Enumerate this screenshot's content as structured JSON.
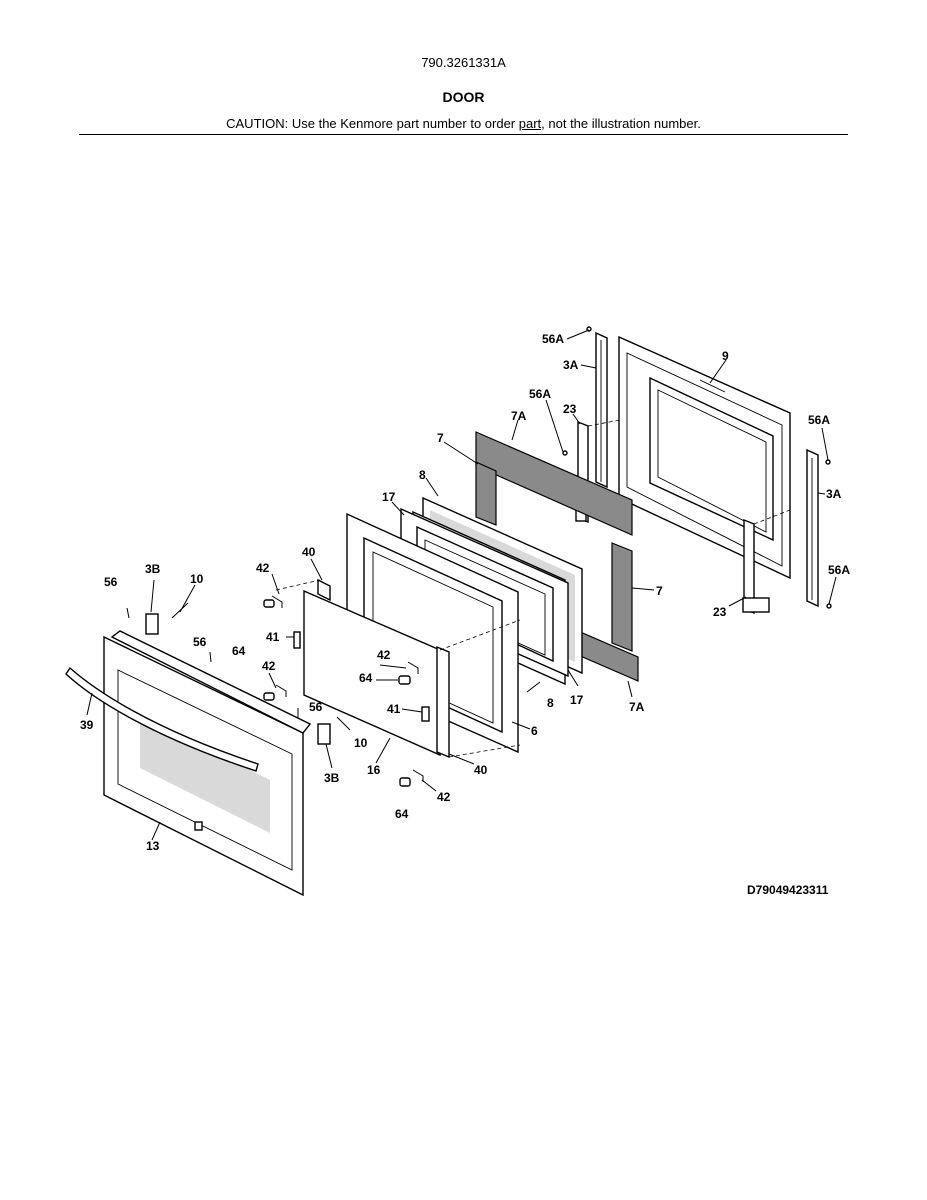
{
  "header": {
    "model_number": "790.3261331A",
    "section_title": "DOOR",
    "caution_prefix": "CAUTION: Use the Kenmore part number to order ",
    "caution_link": "part",
    "caution_suffix": ", not the illustration number."
  },
  "diagram": {
    "diagram_id": "D79049423311",
    "callouts": {
      "c_56A_top": "56A",
      "c_9": "9",
      "c_3A_left": "3A",
      "c_56A_mid": "56A",
      "c_23_top": "23",
      "c_7A_top": "7A",
      "c_56A_right": "56A",
      "c_7_top": "7",
      "c_8_top": "8",
      "c_3A_right": "3A",
      "c_17_top": "17",
      "c_40_top": "40",
      "c_3B_left": "3B",
      "c_10_left": "10",
      "c_56_left": "56",
      "c_42_left": "42",
      "c_56A_bottom": "56A",
      "c_7_right": "7",
      "c_23_bottom": "23",
      "c_41_left": "41",
      "c_56_mid": "56",
      "c_64_left": "64",
      "c_42_mid": "42",
      "c_42_center": "42",
      "c_64_center": "64",
      "c_8_bottom": "8",
      "c_17_bottom": "17",
      "c_7A_bottom": "7A",
      "c_39": "39",
      "c_56_right": "56",
      "c_41_center": "41",
      "c_6": "6",
      "c_10_right": "10",
      "c_16": "16",
      "c_40_bottom": "40",
      "c_3B_right": "3B",
      "c_42_bottom": "42",
      "c_64_bottom": "64",
      "c_13": "13"
    }
  }
}
